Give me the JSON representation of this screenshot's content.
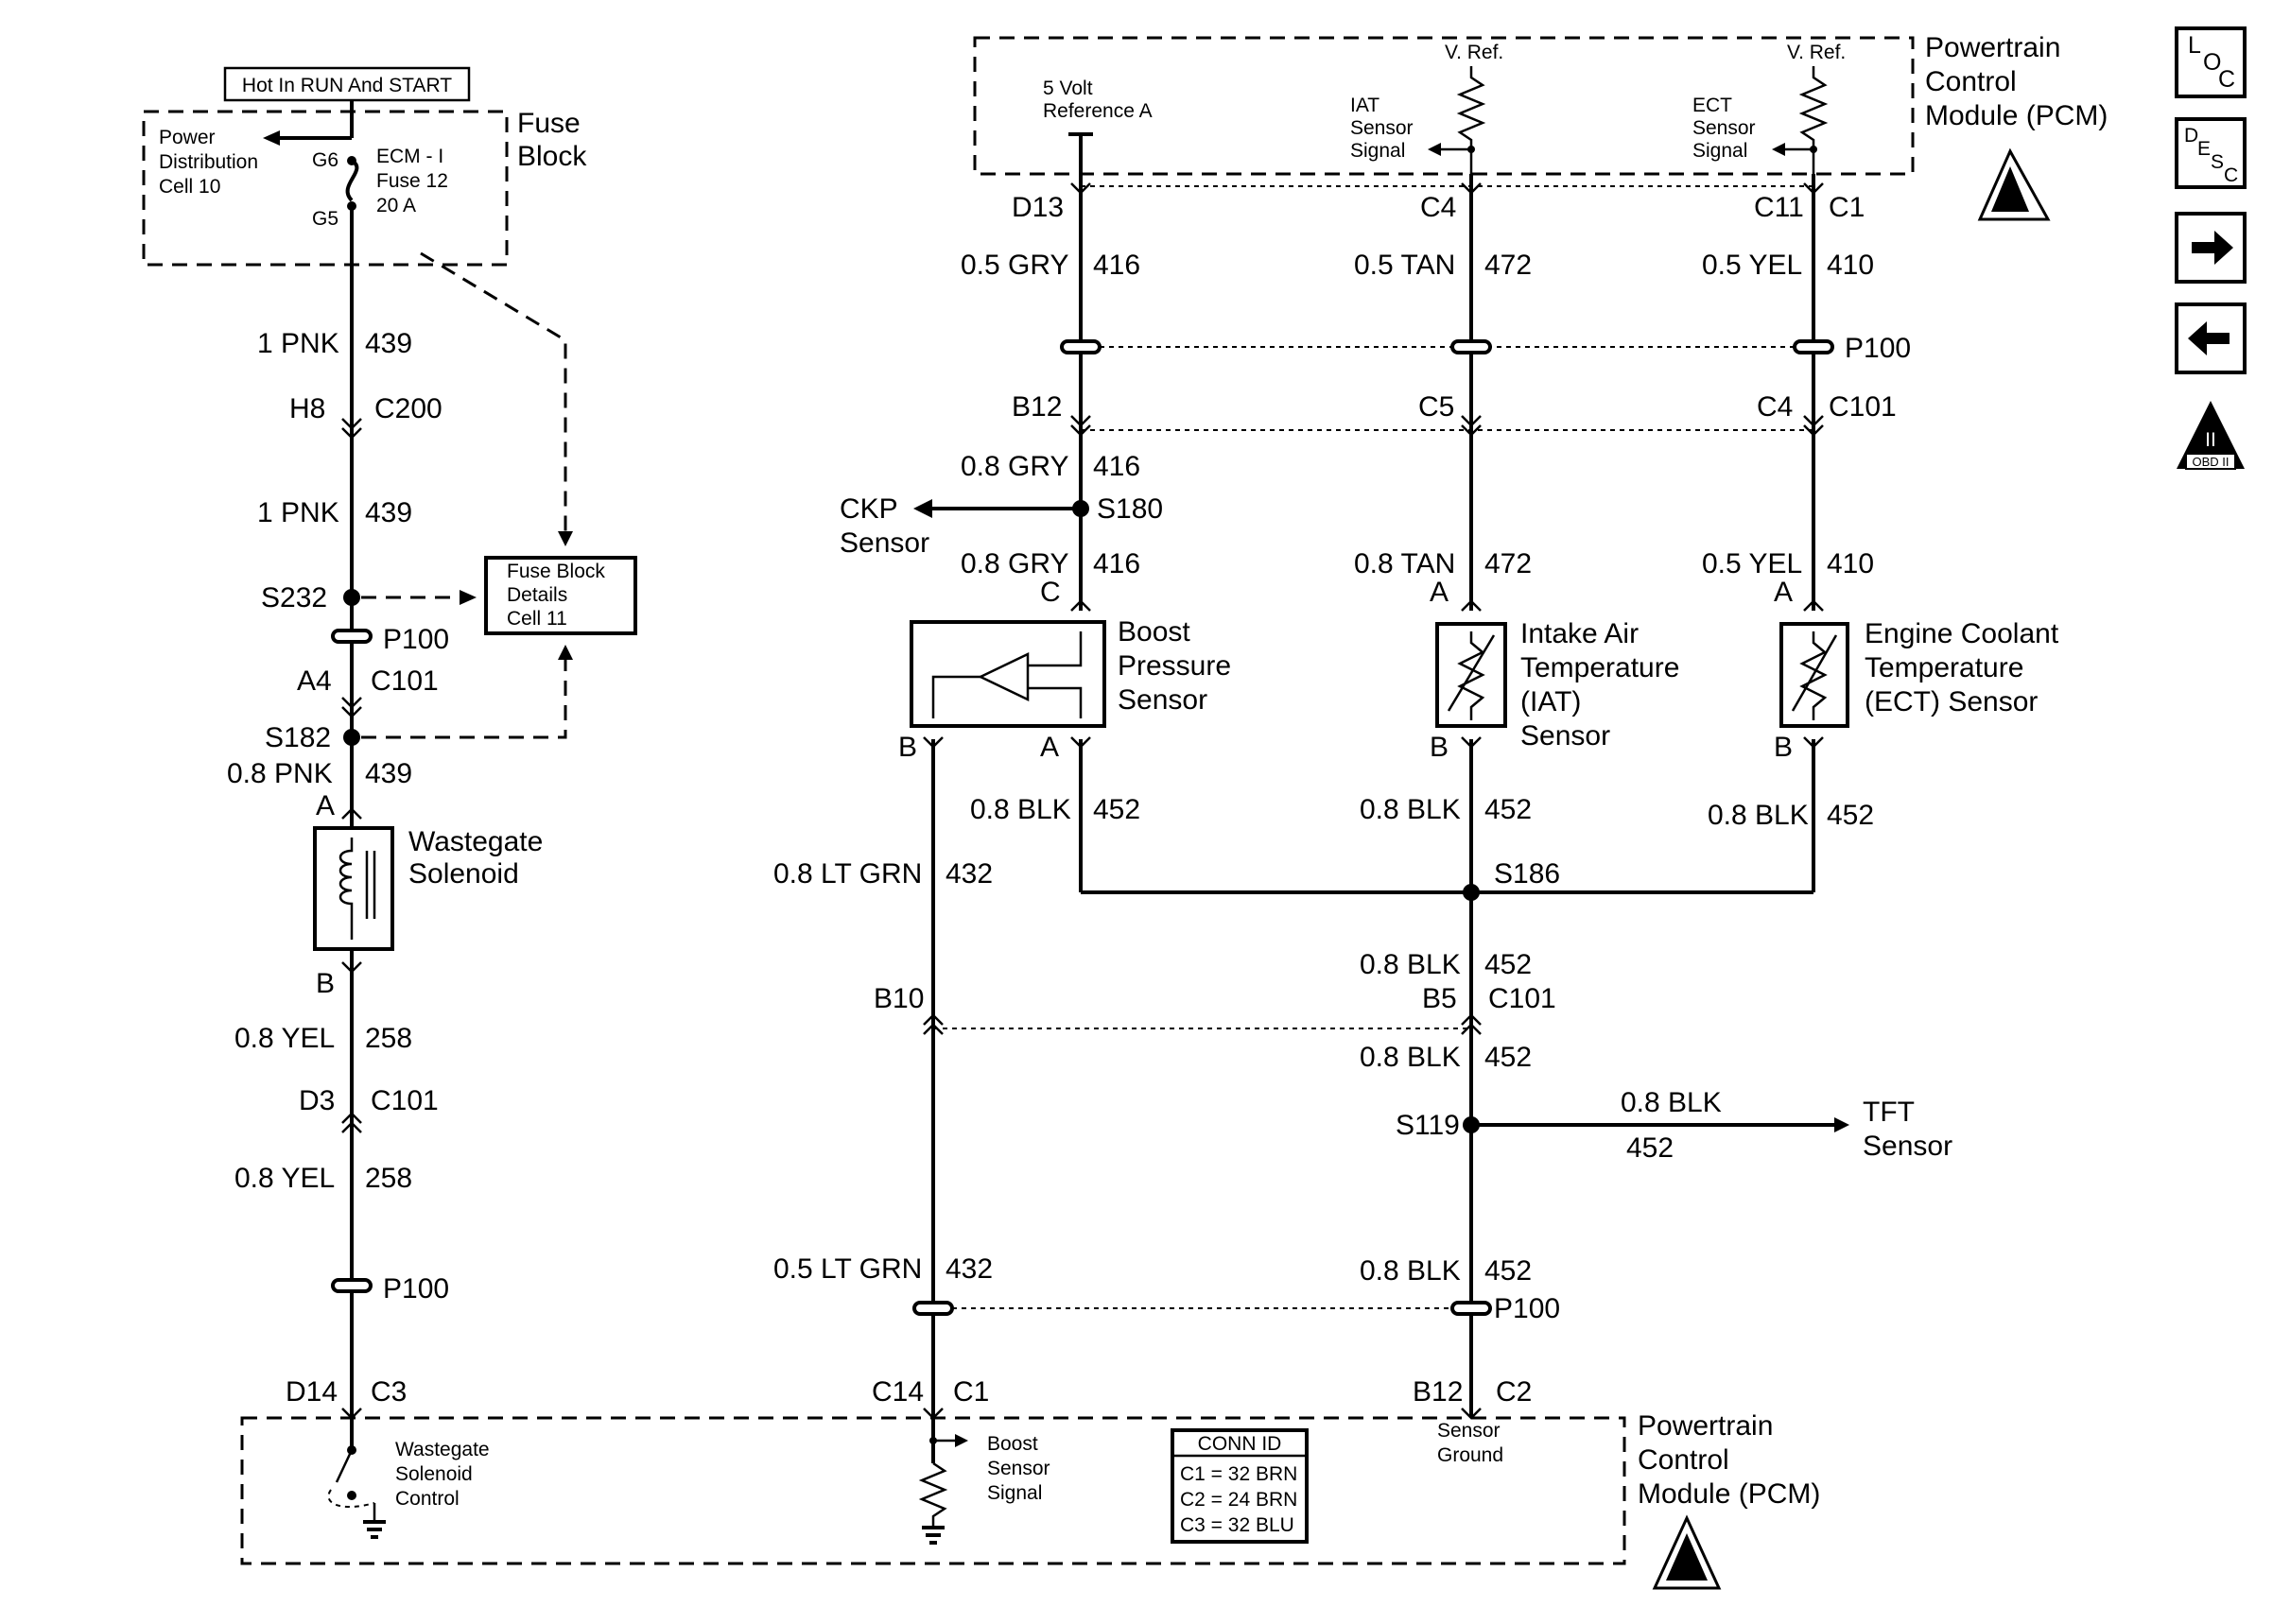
{
  "top_label": "Hot In RUN And START",
  "fuse_block": {
    "title_line1": "Fuse",
    "title_line2": "Block",
    "pdc_line1": "Power",
    "pdc_line2": "Distribution",
    "pdc_line3": "Cell 10",
    "fuse_line1": "ECM - I",
    "fuse_line2": "Fuse 12",
    "fuse_line3": "20 A",
    "pin_in": "G6",
    "pin_out": "G5"
  },
  "fuse_details": {
    "line1": "Fuse Block",
    "line2": "Details",
    "line3": "Cell 11"
  },
  "pcm_top": {
    "title_line1": "Powertrain",
    "title_line2": "Control",
    "title_line3": "Module (PCM)",
    "ref5v_line1": "5 Volt",
    "ref5v_line2": "Reference A",
    "iat_line1": "IAT",
    "iat_line2": "Sensor",
    "iat_line3": "Signal",
    "ect_line1": "ECT",
    "ect_line2": "Sensor",
    "ect_line3": "Signal",
    "vref": "V. Ref."
  },
  "pcm_bottom": {
    "title_line1": "Powertrain",
    "title_line2": "Control",
    "title_line3": "Module (PCM)",
    "wg_line1": "Wastegate",
    "wg_line2": "Solenoid",
    "wg_line3": "Control",
    "boost_line1": "Boost",
    "boost_line2": "Sensor",
    "boost_line3": "Signal",
    "gnd_line1": "Sensor",
    "gnd_line2": "Ground"
  },
  "conn_id": {
    "title": "CONN ID",
    "c1": "C1 = 32 BRN",
    "c2": "C2 = 24 BRN",
    "c3": "C3 = 32 BLU"
  },
  "components": {
    "wastegate_line1": "Wastegate",
    "wastegate_line2": "Solenoid",
    "boost_line1": "Boost",
    "boost_line2": "Pressure",
    "boost_line3": "Sensor",
    "iat_line1": "Intake Air",
    "iat_line2": "Temperature",
    "iat_line3": "(IAT)",
    "iat_line4": "Sensor",
    "ect_line1": "Engine Coolant",
    "ect_line2": "Temperature",
    "ect_line3": "(ECT) Sensor",
    "ckp_line1": "CKP",
    "ckp_line2": "Sensor",
    "tft_line1": "TFT",
    "tft_line2": "Sensor"
  },
  "wires": {
    "pnk_1": "1 PNK",
    "pnk_08": "0.8 PNK",
    "c439": "439",
    "yel_08": "0.8 YEL",
    "c258": "258",
    "gry_05": "0.5 GRY",
    "gry_08": "0.8 GRY",
    "c416": "416",
    "tan_05": "0.5 TAN",
    "tan_08": "0.8 TAN",
    "c472": "472",
    "yel_05": "0.5 YEL",
    "c410": "410",
    "blk_08": "0.8 BLK",
    "c452": "452",
    "ltgrn_08": "0.8 LT GRN",
    "ltgrn_05": "0.5 LT GRN",
    "c432": "432"
  },
  "connectors": {
    "c200": "C200",
    "c101": "C101",
    "p100": "P100",
    "h8": "H8",
    "a4": "A4",
    "d3": "D3",
    "d14": "D14",
    "d13": "D13",
    "c3": "C3",
    "c4": "C4",
    "c11": "C11",
    "c1": "C1",
    "b12": "B12",
    "c5": "C5",
    "b10": "B10",
    "b5": "B5",
    "c14": "C14",
    "c2": "C2"
  },
  "pins": {
    "a": "A",
    "b": "B",
    "c": "C"
  },
  "splices": {
    "s232": "S232",
    "s182": "S182",
    "s180": "S180",
    "s186": "S186",
    "s119": "S119"
  },
  "side_icons": {
    "loc": [
      "L",
      "O",
      "C"
    ],
    "desc": [
      "D",
      "E",
      "S",
      "C"
    ],
    "obd_numeral": "II",
    "obd_text": "OBD II",
    "next_label": "next",
    "prev_label": "previous"
  }
}
